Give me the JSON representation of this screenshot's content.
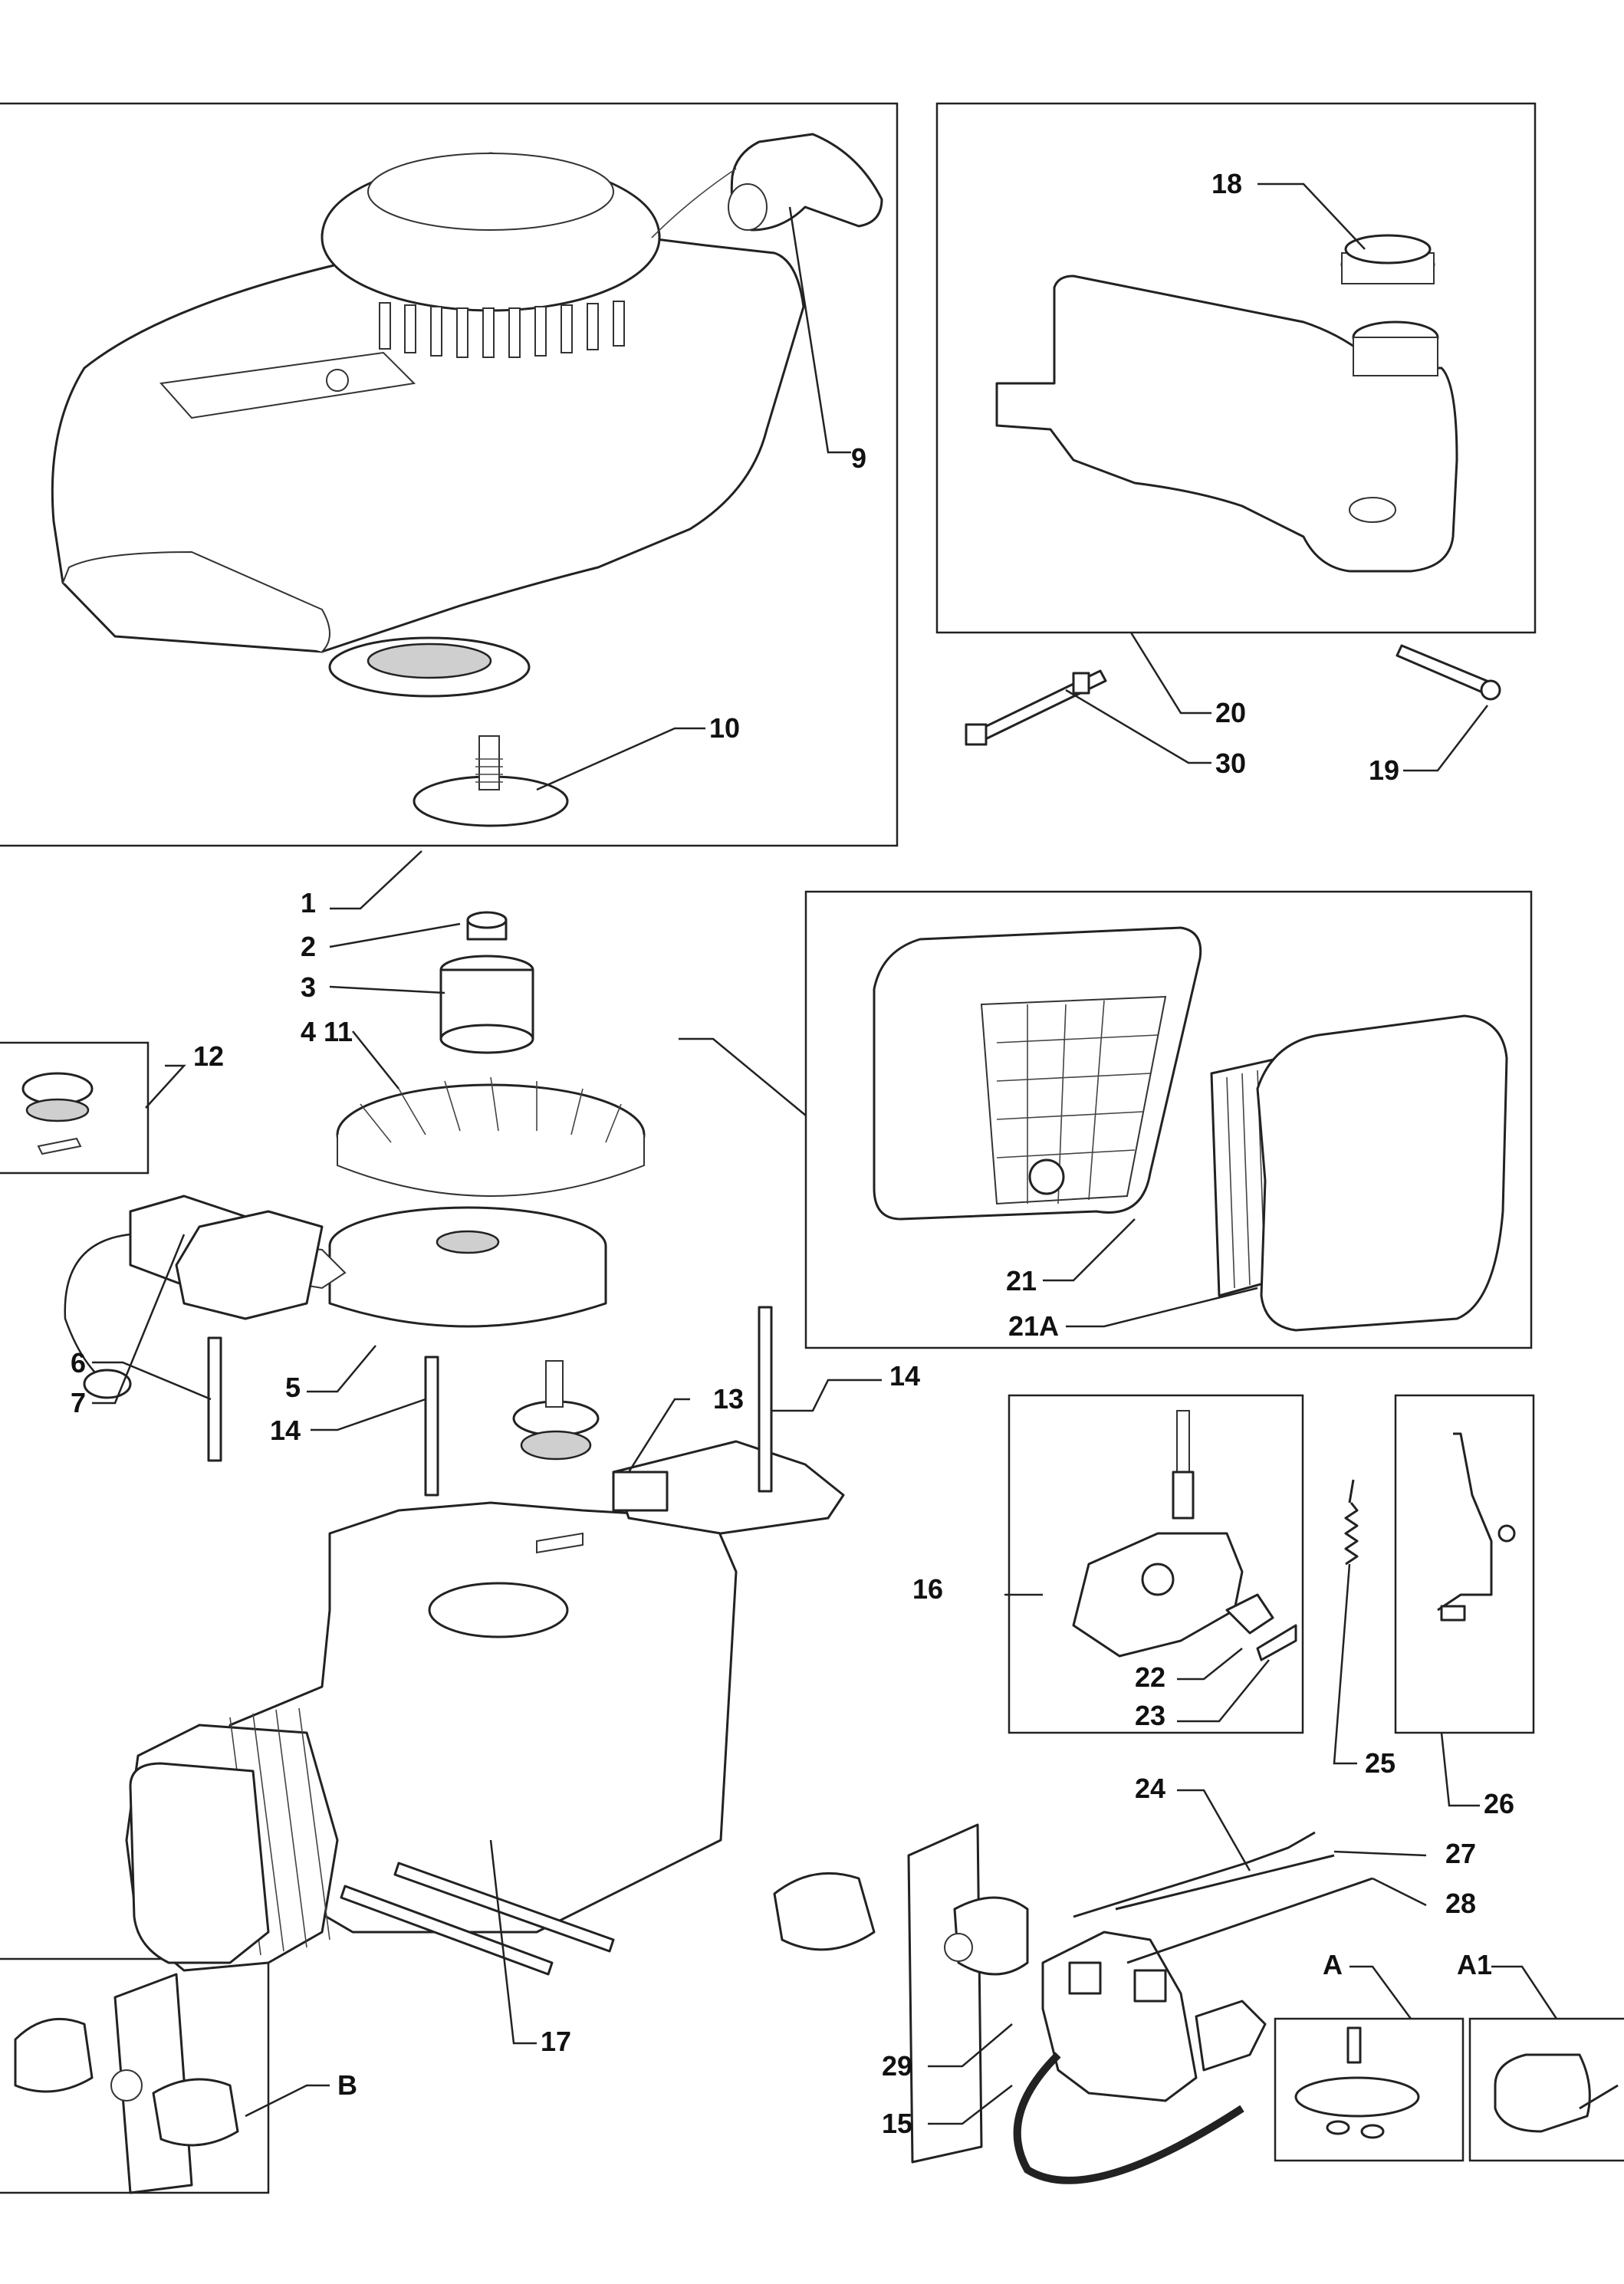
{
  "callouts": {
    "c1": "1",
    "c2": "2",
    "c3": "3",
    "c4": "4 11",
    "c5": "5",
    "c6": "6",
    "c7": "7",
    "c9": "9",
    "c10": "10",
    "c12": "12",
    "c13": "13",
    "c14a": "14",
    "c14b": "14",
    "c15": "15",
    "c16": "16",
    "c17": "17",
    "c18": "18",
    "c19": "19",
    "c20": "20",
    "c21": "21",
    "c21a": "21A",
    "c22": "22",
    "c23": "23",
    "c24": "24",
    "c25": "25",
    "c26": "26",
    "c27": "27",
    "c28": "28",
    "c29": "29",
    "c30": "30",
    "cA": "A",
    "cA1": "A1",
    "cB": "B"
  },
  "colors": {
    "line": "#222222",
    "fill": "#ffffff",
    "shade": "#cfcfcf"
  },
  "icons": {
    "recoil-starter": "starter-cover-shape",
    "fuel-tank": "tank-shape",
    "air-filter": "filter-box-shape",
    "flywheel": "flywheel-shape",
    "ignition-coil": "coil-shape",
    "engine-block": "block-shape",
    "carburetor": "carb-shape"
  }
}
